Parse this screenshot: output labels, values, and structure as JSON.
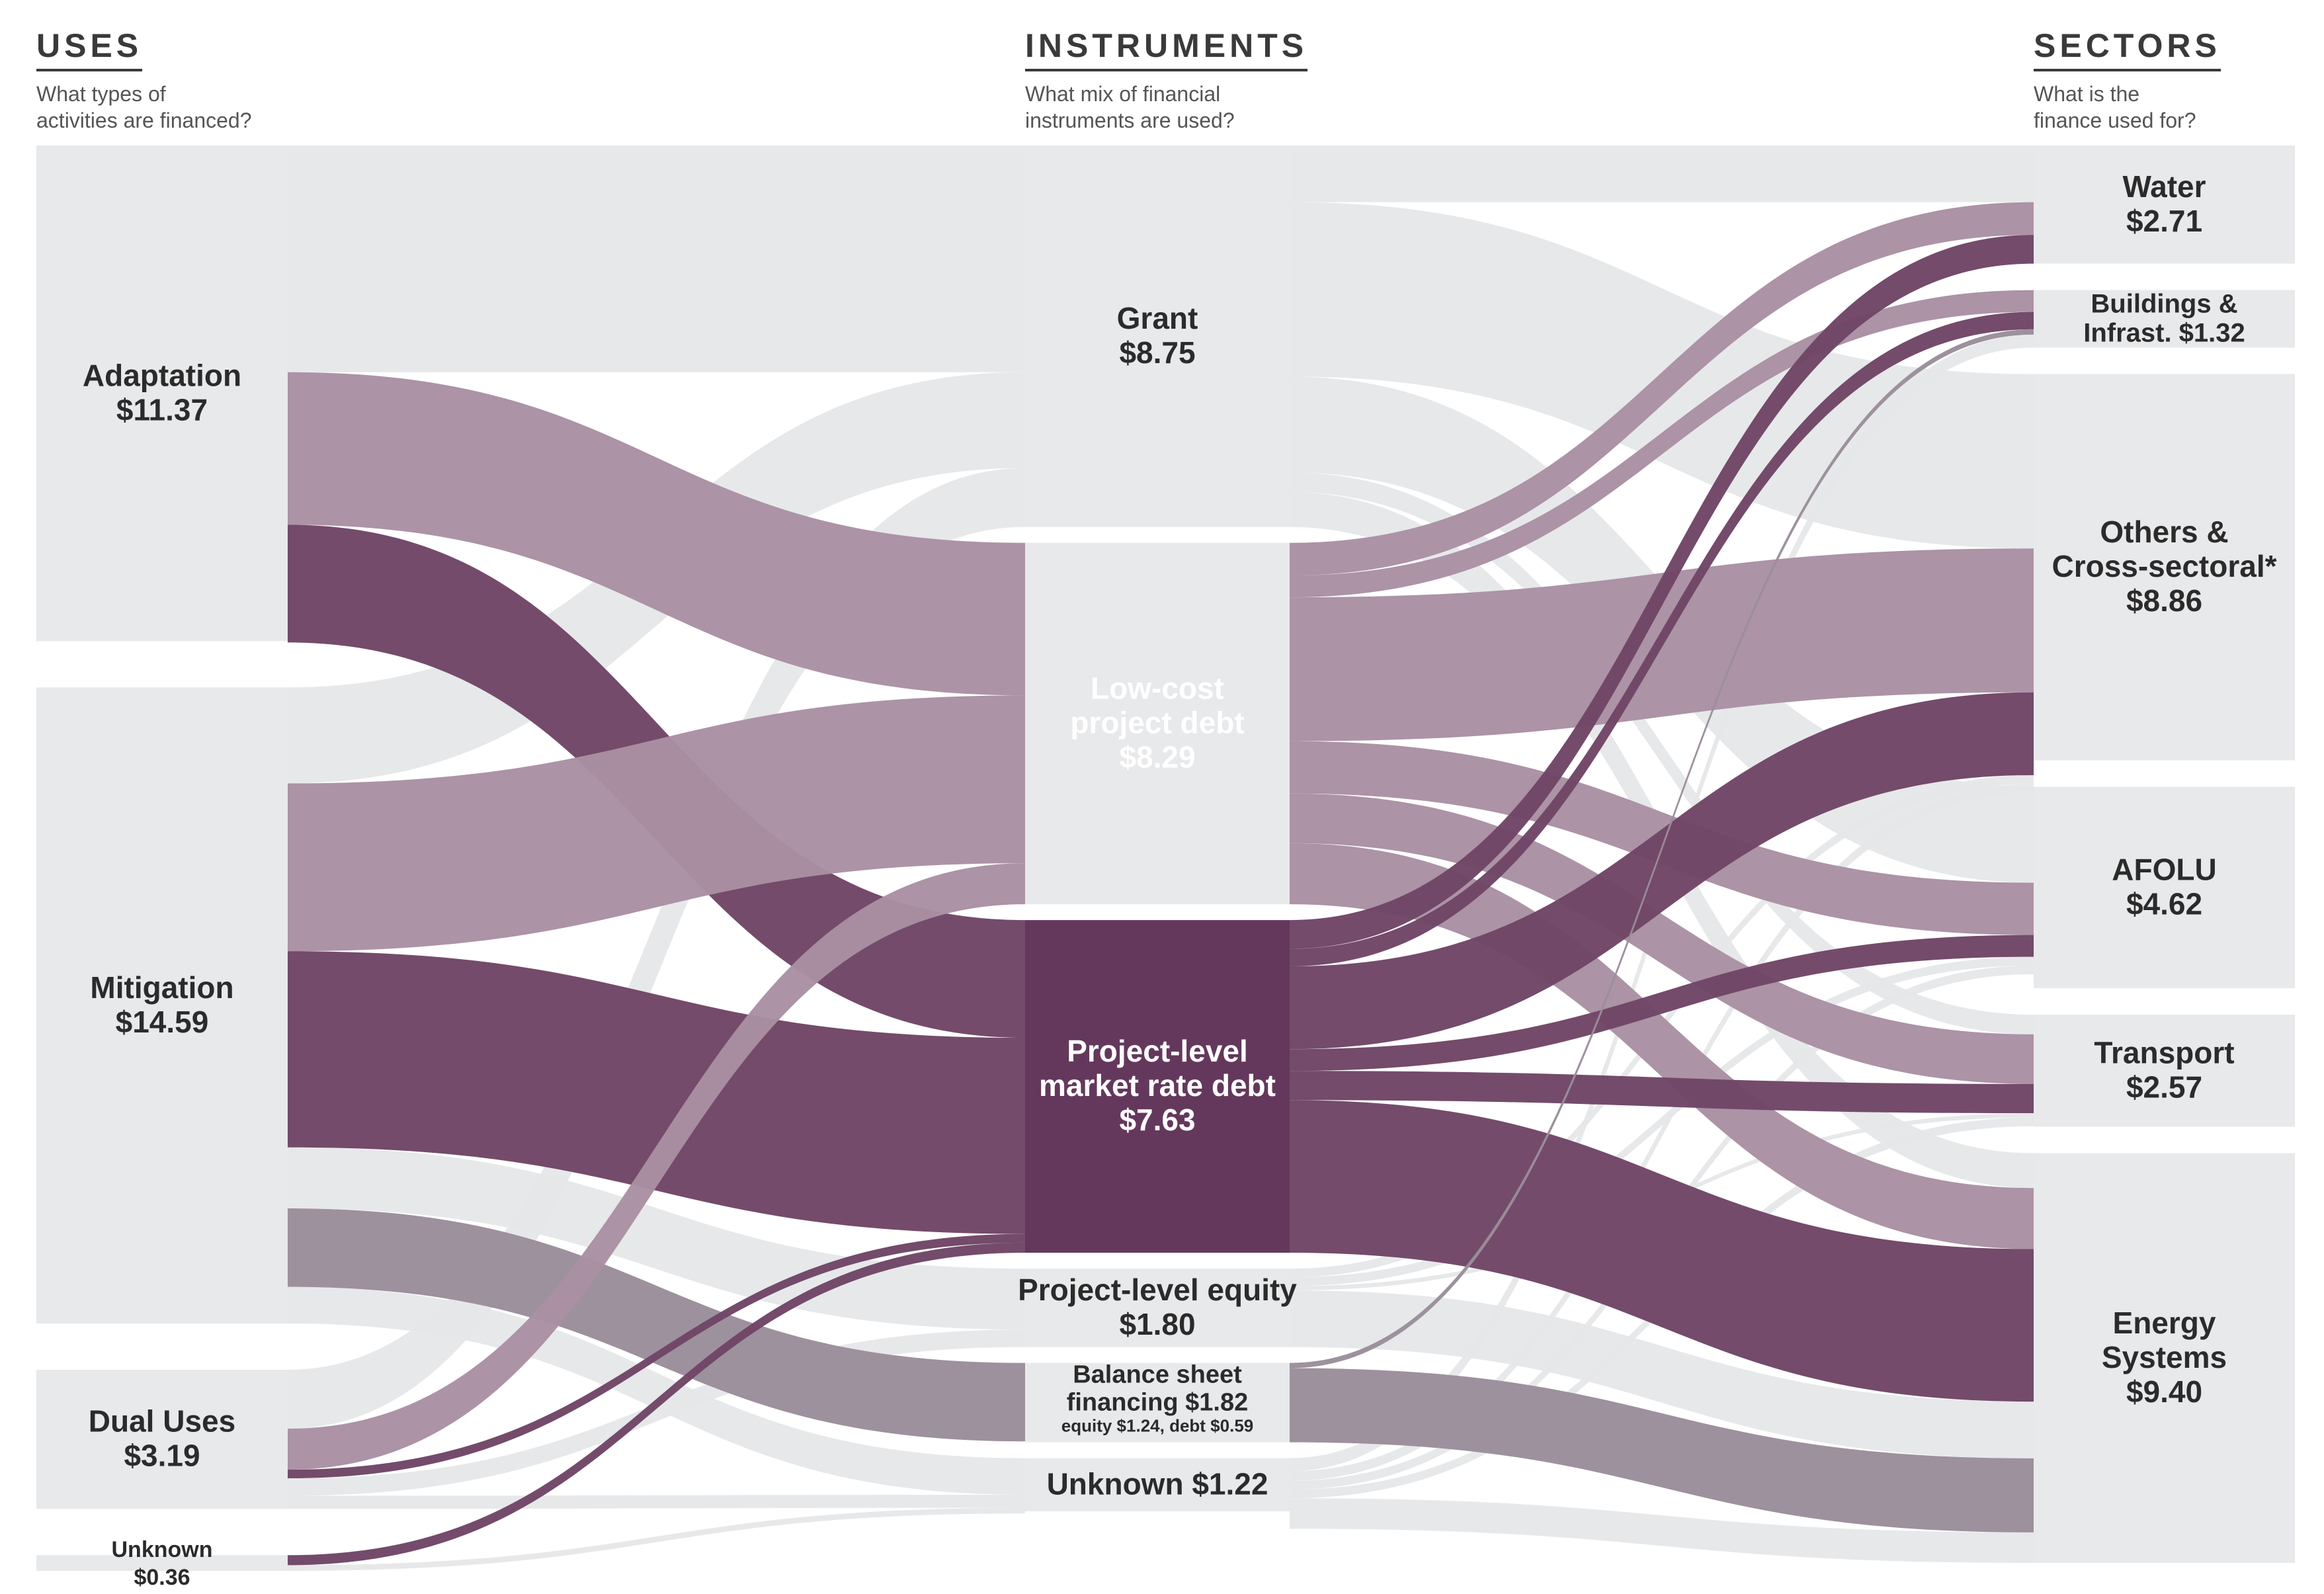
{
  "headers": {
    "uses": {
      "title": "USES",
      "subtitle": "What types of\nactivities are financed?"
    },
    "instruments": {
      "title": "INSTRUMENTS",
      "subtitle": "What mix of financial\ninstruments are used?"
    },
    "sectors": {
      "title": "SECTORS",
      "subtitle": "What is the\nfinance used for?"
    }
  },
  "colors": {
    "node": "#e8e9eb",
    "background_flow": "#e6e7e9",
    "low_cost_debt": "#a98fa3",
    "market_rate_debt": "#6f4566",
    "market_rate_node": "#64385c",
    "balance_sheet": "#9a8d9a",
    "label_dark": "#2b2b2b",
    "label_light": "#ffffff"
  },
  "chart_data": {
    "type": "sankey",
    "units": "$",
    "stages": [
      "USES",
      "INSTRUMENTS",
      "SECTORS"
    ],
    "uses": [
      {
        "id": "adaptation",
        "label": "Adaptation",
        "value_label": "$11.37",
        "value": 11.37
      },
      {
        "id": "mitigation",
        "label": "Mitigation",
        "value_label": "$14.59",
        "value": 14.59
      },
      {
        "id": "dual",
        "label": "Dual Uses",
        "value_label": "$3.19",
        "value": 3.19
      },
      {
        "id": "unknown_use",
        "label": "Unknown",
        "value_label": "$0.36",
        "value": 0.36
      }
    ],
    "instruments": [
      {
        "id": "grant",
        "label": "Grant",
        "value_label": "$8.75",
        "value": 8.75
      },
      {
        "id": "lowcost",
        "label": "Low-cost project debt",
        "value_label": "$8.29",
        "value": 8.29
      },
      {
        "id": "market",
        "label": "Project-level market rate debt",
        "value_label": "$7.63",
        "value": 7.63
      },
      {
        "id": "equity",
        "label": "Project-level equity",
        "value_label": "$1.80",
        "value": 1.8
      },
      {
        "id": "balance",
        "label": "Balance sheet financing",
        "value_label": "$1.82",
        "value": 1.82,
        "note": "equity $1.24, debt $0.59"
      },
      {
        "id": "unknown_inst",
        "label": "Unknown",
        "value_label": "$1.22",
        "value": 1.22
      }
    ],
    "sectors": [
      {
        "id": "water",
        "label": "Water",
        "value_label": "$2.71",
        "value": 2.71
      },
      {
        "id": "buildings",
        "label": "Buildings & Infrast.",
        "value_label": "$1.32",
        "value": 1.32
      },
      {
        "id": "others",
        "label": "Others & Cross-sectoral*",
        "value_label": "$8.86",
        "value": 8.86
      },
      {
        "id": "afolu",
        "label": "AFOLU",
        "value_label": "$4.62",
        "value": 4.62
      },
      {
        "id": "transport",
        "label": "Transport",
        "value_label": "$2.57",
        "value": 2.57
      },
      {
        "id": "energy",
        "label": "Energy Systems",
        "value_label": "$9.40",
        "value": 9.4
      }
    ],
    "flows_left": [
      {
        "source": "adaptation",
        "target": "grant",
        "value": 5.2,
        "style": "background"
      },
      {
        "source": "adaptation",
        "target": "lowcost",
        "value": 3.5,
        "style": "low_cost_debt"
      },
      {
        "source": "adaptation",
        "target": "market",
        "value": 2.7,
        "style": "market_rate_debt"
      },
      {
        "source": "mitigation",
        "target": "grant",
        "value": 2.2,
        "style": "background"
      },
      {
        "source": "mitigation",
        "target": "lowcost",
        "value": 3.85,
        "style": "low_cost_debt"
      },
      {
        "source": "mitigation",
        "target": "market",
        "value": 4.5,
        "style": "market_rate_debt"
      },
      {
        "source": "mitigation",
        "target": "equity",
        "value": 1.4,
        "style": "background"
      },
      {
        "source": "mitigation",
        "target": "balance",
        "value": 1.8,
        "style": "balance_sheet"
      },
      {
        "source": "mitigation",
        "target": "unknown_inst",
        "value": 0.84,
        "style": "background"
      },
      {
        "source": "dual",
        "target": "grant",
        "value": 1.35,
        "style": "background"
      },
      {
        "source": "dual",
        "target": "lowcost",
        "value": 0.94,
        "style": "low_cost_debt"
      },
      {
        "source": "dual",
        "target": "market",
        "value": 0.2,
        "style": "market_rate_debt"
      },
      {
        "source": "dual",
        "target": "equity",
        "value": 0.4,
        "style": "background"
      },
      {
        "source": "dual",
        "target": "unknown_inst",
        "value": 0.3,
        "style": "background"
      },
      {
        "source": "unknown_use",
        "target": "market",
        "value": 0.23,
        "style": "market_rate_debt"
      },
      {
        "source": "unknown_use",
        "target": "unknown_inst",
        "value": 0.13,
        "style": "background"
      }
    ],
    "flows_right": [
      {
        "source": "grant",
        "target": "water",
        "value": 1.3,
        "style": "background"
      },
      {
        "source": "grant",
        "target": "others",
        "value": 4.0,
        "style": "background"
      },
      {
        "source": "grant",
        "target": "afolu",
        "value": 2.2,
        "style": "background"
      },
      {
        "source": "grant",
        "target": "transport",
        "value": 0.45,
        "style": "background"
      },
      {
        "source": "grant",
        "target": "energy",
        "value": 0.8,
        "style": "background"
      },
      {
        "source": "lowcost",
        "target": "water",
        "value": 0.75,
        "style": "low_cost_debt"
      },
      {
        "source": "lowcost",
        "target": "buildings",
        "value": 0.5,
        "style": "low_cost_debt"
      },
      {
        "source": "lowcost",
        "target": "others",
        "value": 3.3,
        "style": "low_cost_debt"
      },
      {
        "source": "lowcost",
        "target": "afolu",
        "value": 1.2,
        "style": "low_cost_debt"
      },
      {
        "source": "lowcost",
        "target": "transport",
        "value": 1.14,
        "style": "low_cost_debt"
      },
      {
        "source": "lowcost",
        "target": "energy",
        "value": 1.4,
        "style": "low_cost_debt"
      },
      {
        "source": "market",
        "target": "water",
        "value": 0.66,
        "style": "market_rate_debt"
      },
      {
        "source": "market",
        "target": "buildings",
        "value": 0.4,
        "style": "market_rate_debt"
      },
      {
        "source": "market",
        "target": "others",
        "value": 1.9,
        "style": "market_rate_debt"
      },
      {
        "source": "market",
        "target": "afolu",
        "value": 0.5,
        "style": "market_rate_debt"
      },
      {
        "source": "market",
        "target": "transport",
        "value": 0.67,
        "style": "market_rate_debt"
      },
      {
        "source": "market",
        "target": "energy",
        "value": 3.5,
        "style": "market_rate_debt"
      },
      {
        "source": "equity",
        "target": "others",
        "value": 0.2,
        "style": "background"
      },
      {
        "source": "equity",
        "target": "afolu",
        "value": 0.2,
        "style": "background"
      },
      {
        "source": "equity",
        "target": "transport",
        "value": 0.1,
        "style": "background"
      },
      {
        "source": "equity",
        "target": "energy",
        "value": 1.3,
        "style": "background"
      },
      {
        "source": "balance",
        "target": "buildings",
        "value": 0.12,
        "style": "balance_sheet"
      },
      {
        "source": "balance",
        "target": "energy",
        "value": 1.7,
        "style": "balance_sheet"
      },
      {
        "source": "unknown_inst",
        "target": "buildings",
        "value": 0.3,
        "style": "background"
      },
      {
        "source": "unknown_inst",
        "target": "others",
        "value": 0.22,
        "style": "background"
      },
      {
        "source": "unknown_inst",
        "target": "afolu",
        "value": 0.2,
        "style": "background"
      },
      {
        "source": "unknown_inst",
        "target": "transport",
        "value": 0.2,
        "style": "background"
      },
      {
        "source": "unknown_inst",
        "target": "energy",
        "value": 0.7,
        "style": "background"
      }
    ]
  }
}
